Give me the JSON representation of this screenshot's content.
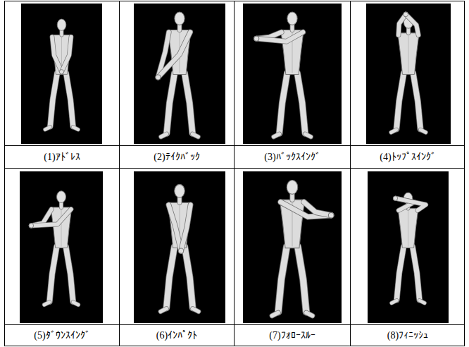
{
  "diagram": {
    "labels": [
      "(1)ｱﾄﾞﾚｽ",
      "(2)ﾃｲｸﾊﾞｯｸ",
      "(3)ﾊﾞｯｸｽｲﾝｸﾞ",
      "(4)ﾄｯﾌﾟｽｲﾝｸﾞ",
      "(5)ﾀﾞｳﾝｽｲﾝｸﾞ",
      "(6)ｲﾝﾊﾟｸﾄ",
      "(7)ﾌｫﾛｰｽﾙｰ",
      "(8)ﾌｨﾆｯｼｭ"
    ]
  }
}
